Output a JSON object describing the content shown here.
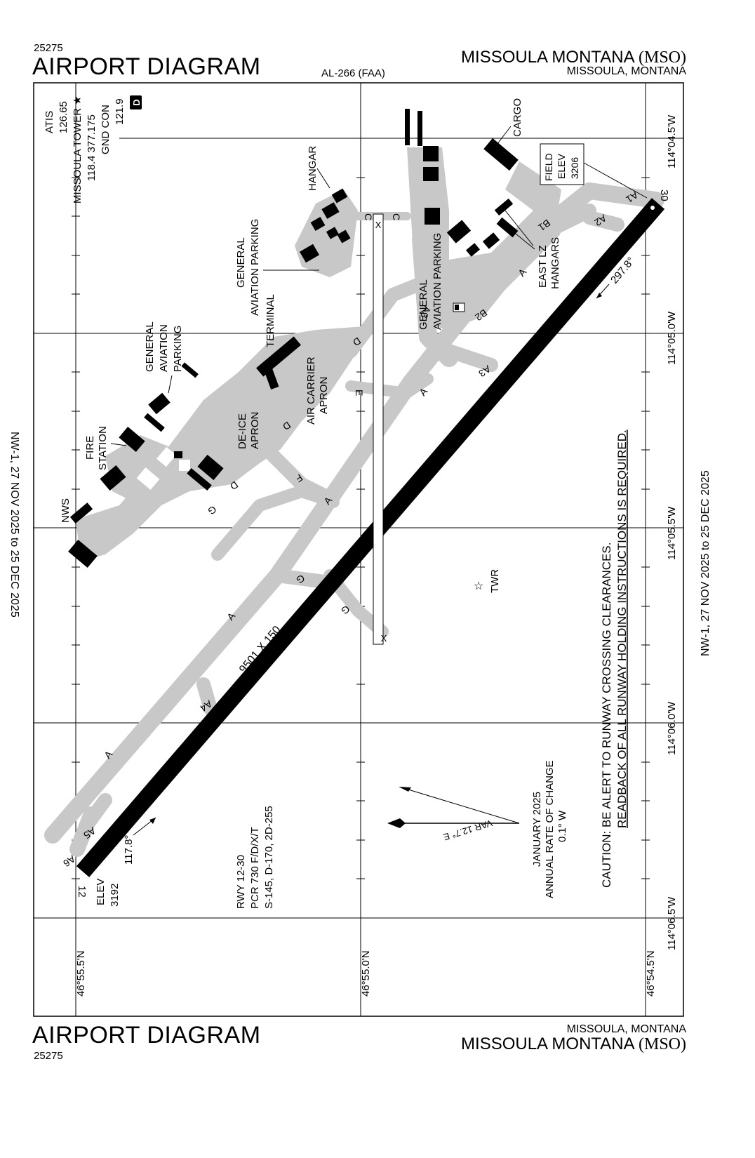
{
  "header": {
    "number": "25275",
    "title": "AIRPORT DIAGRAM",
    "chart_id": "AL-266 (FAA)",
    "airport_name": "MISSOULA MONTANA",
    "airport_code": "(MSO)",
    "city_state": "MISSOULA, MONTANA"
  },
  "footer": {
    "number": "25275",
    "title": "AIRPORT DIAGRAM",
    "airport_name": "MISSOULA MONTANA",
    "airport_code": "(MSO)",
    "city_state": "MISSOULA, MONTANA"
  },
  "validity": "NW-1, 27 NOV 2025 to 25 DEC 2025",
  "comms": {
    "atis_label": "ATIS",
    "atis_freq": "126.65",
    "tower_label": "MISSOULA TOWER ★",
    "tower_freq": "118.4 377.175",
    "gnd_label": "GND CON",
    "gnd_freq": "121.9",
    "badge": "D"
  },
  "longitudes": [
    "114°04.5'W",
    "114°05.0'W",
    "114°05.5'W",
    "114°06.0'W",
    "114°06.5'W"
  ],
  "latitudes": [
    "46°55.5'N",
    "46°55.0'N",
    "46°54.5'N"
  ],
  "field_elev": {
    "label1": "FIELD",
    "label2": "ELEV",
    "value": "3206"
  },
  "runway": {
    "dims": "9501 X 150",
    "end_12": "12",
    "end_30": "30",
    "hdg_12": "117.8°",
    "hdg_30": "297.8°",
    "elev_label": "ELEV",
    "elev_value": "3192",
    "info_line1": "RWY 12-30",
    "info_line2": "PCR 730 F/D/X/T",
    "info_line3": "S-145, D-170, 2D-255"
  },
  "labels": {
    "cargo": "CARGO",
    "hangar": "HANGAR",
    "ga_parking_1a": "GENERAL",
    "ga_parking_1b": "AVIATION PARKING",
    "ga_parking_2a": "GENERAL",
    "ga_parking_2b": "AVIATION",
    "ga_parking_2c": "PARKING",
    "ga_parking_3a": "GENERAL",
    "ga_parking_3b": "AVIATION PARKING",
    "terminal": "TERMINAL",
    "air_carrier_a": "AIR CARRIER",
    "air_carrier_b": "APRON",
    "deice_a": "DE-ICE",
    "deice_b": "APRON",
    "fire_a": "FIRE",
    "fire_b": "STATION",
    "nws": "NWS",
    "east_lz_a": "EAST LZ",
    "east_lz_b": "HANGARS",
    "twr": "TWR"
  },
  "taxiways": {
    "A": "A",
    "A1": "A1",
    "A2": "A2",
    "A3": "A3",
    "A4": "A4",
    "A5": "A5",
    "A6": "A6",
    "B1": "B1",
    "B2": "B2",
    "C": "C",
    "D": "D",
    "E": "E",
    "F": "F",
    "G": "G",
    "X": "X"
  },
  "magvar": {
    "var": "VAR 12.7° E",
    "date": "JANUARY 2025",
    "rate_label": "ANNUAL RATE OF CHANGE",
    "rate": "0.1° W"
  },
  "caution": {
    "line1": "CAUTION: BE ALERT TO RUNWAY CROSSING CLEARANCES.",
    "line2": "READBACK OF ALL RUNWAY HOLDING INSTRUCTIONS IS REQUIRED."
  },
  "colors": {
    "taxiway": "#c8c8c8",
    "runway": "#000000",
    "ink": "#000000"
  }
}
